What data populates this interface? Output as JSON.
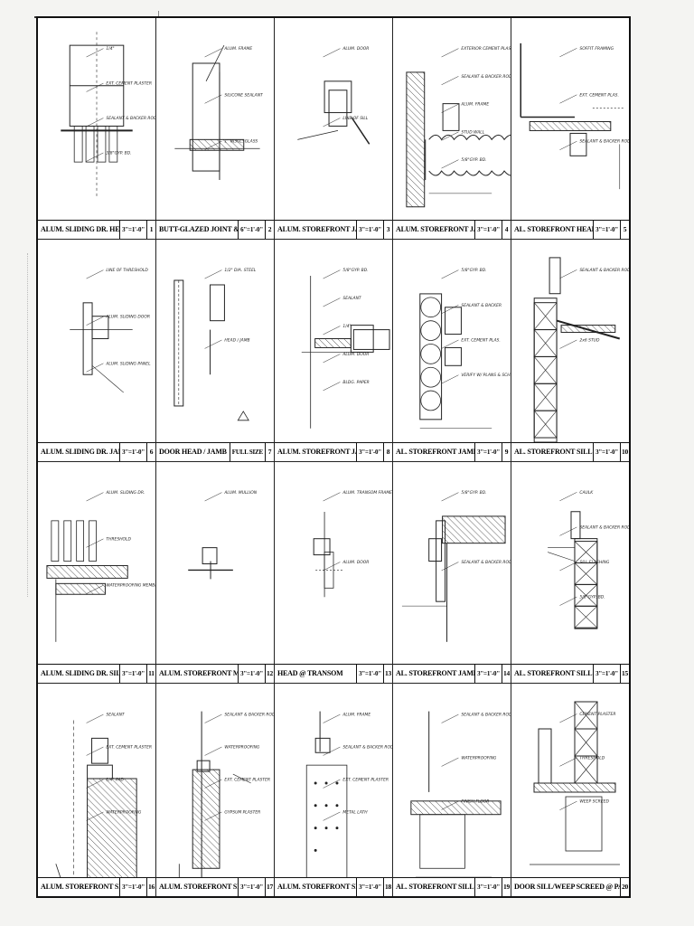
{
  "cells": [
    {
      "title": "ALUM. SLIDING DR. HEAD",
      "scale": "3\"=1'-0\"",
      "num": "1",
      "notes": [
        "1/4\"",
        "EXT. CEMENT PLASTER",
        "SEALANT & BACKER ROD",
        "3/8\"GYP. BD."
      ]
    },
    {
      "title": "BUTT-GLAZED JOINT & DR. JAMB",
      "scale": "6\"=1'-0\"",
      "num": "2",
      "notes": [
        "ALUM. FRAME",
        "SILICONE SEALANT",
        "1\" INSUL. GLASS"
      ]
    },
    {
      "title": "ALUM. STOREFRONT JAMB",
      "scale": "3\"=1'-0\"",
      "num": "3",
      "notes": [
        "ALUM. DOOR",
        "LINE OF SILL"
      ]
    },
    {
      "title": "ALUM. STOREFRONT JAMB",
      "scale": "3\"=1'-0\"",
      "num": "4",
      "notes": [
        "EXTERIOR CEMENT PLASTER",
        "SEALANT & BACKER ROD",
        "ALUM. FRAME",
        "STUD WALL",
        "5/8\"GYP. BD."
      ]
    },
    {
      "title": "AL. STOREFRONT HEAD",
      "scale": "3\"=1'-0\"",
      "num": "5",
      "notes": [
        "SOFFIT FRAMING",
        "EXT. CEMENT PLAS.",
        "SEALANT & BACKER ROD"
      ]
    },
    {
      "title": "ALUM. SLIDING DR. JAMB",
      "scale": "3\"=1'-0\"",
      "num": "6",
      "notes": [
        "LINE OF THRESHOLD",
        "ALUM. SLIDING DOOR",
        "ALUM. SLIDING PANEL"
      ]
    },
    {
      "title": "DOOR HEAD / JAMB",
      "scale": "FULL SIZE",
      "num": "7",
      "notes": [
        "1/2\" DIA. STEEL",
        "HEAD / JAMB"
      ]
    },
    {
      "title": "ALUM. STOREFRONT JAMB",
      "scale": "3\"=1'-0\"",
      "num": "8",
      "notes": [
        "5/8\"GYP. BD.",
        "SEALANT",
        "1/4\"",
        "ALUM. DOOR",
        "BLDG. PAPER"
      ]
    },
    {
      "title": "AL. STOREFRONT JAMB",
      "scale": "3\"=1'-0\"",
      "num": "9",
      "notes": [
        "5/8\"GYP. BD.",
        "SEALANT & BACKER",
        "EXT. CEMENT PLAS.",
        "VERIFY W/ PLANS & SCHED. SIDE OF FRAME FOR GLASS"
      ]
    },
    {
      "title": "AL. STOREFRONT SILL",
      "scale": "3\"=1'-0\"",
      "num": "10",
      "notes": [
        "SEALANT & BACKER ROD",
        "2x6 STUD"
      ]
    },
    {
      "title": "ALUM. SLIDING DR. SILL",
      "scale": "3\"=1'-0\"",
      "num": "11",
      "notes": [
        "ALUM. SLIDING DR.",
        "THRESHOLD",
        "WATERPROOFING MEMBRANE"
      ]
    },
    {
      "title": "ALUM. STOREFRONT MULLION",
      "scale": "3\"=1'-0\"",
      "num": "12",
      "notes": [
        "ALUM. MULLION"
      ]
    },
    {
      "title": "HEAD @ TRANSOM",
      "scale": "3\"=1'-0\"",
      "num": "13",
      "notes": [
        "ALUM. TRANSOM FRAME",
        "ALUM. DOOR"
      ]
    },
    {
      "title": "AL. STOREFRONT JAMB",
      "scale": "3\"=1'-0\"",
      "num": "14",
      "notes": [
        "5/8\"GYP. BD.",
        "SEALANT & BACKER ROD"
      ]
    },
    {
      "title": "AL. STOREFRONT SILL",
      "scale": "3\"=1'-0\"",
      "num": "15",
      "notes": [
        "CAULK",
        "SEALANT & BACKER ROD",
        "SILL FLASHING",
        "5/8\"GYP. BD."
      ]
    },
    {
      "title": "ALUM. STOREFRONT SILL",
      "scale": "3\"=1'-0\"",
      "num": "16",
      "notes": [
        "SEALANT",
        "EXT. CEMENT PLASTER",
        "1/4\" PAD",
        "WATERPROOFING"
      ]
    },
    {
      "title": "ALUM. STOREFRONT SILL",
      "scale": "3\"=1'-0\"",
      "num": "17",
      "notes": [
        "SEALANT & BACKER ROD",
        "WATERPROOFING",
        "EXT. CEMENT PLASTER",
        "GYPSUM PLASTER"
      ]
    },
    {
      "title": "ALUM. STOREFRONT SILL",
      "scale": "3\"=1'-0\"",
      "num": "18",
      "notes": [
        "ALUM. FRAME",
        "SEALANT & BACKER ROD",
        "EXT. CEMENT PLASTER",
        "METAL LATH"
      ]
    },
    {
      "title": "AL. STOREFRONT SILL",
      "scale": "3\"=1'-0\"",
      "num": "19",
      "notes": [
        "SEALANT & BACKER ROD",
        "WATERPROOFING",
        "FINISH FLOOR"
      ]
    },
    {
      "title": "DOOR SILL/WEEP SCREED @ PAV",
      "scale": "",
      "num": "20",
      "notes": [
        "CEMENT PLASTER",
        "THRESHOLD",
        "WEEP SCREED"
      ]
    }
  ]
}
